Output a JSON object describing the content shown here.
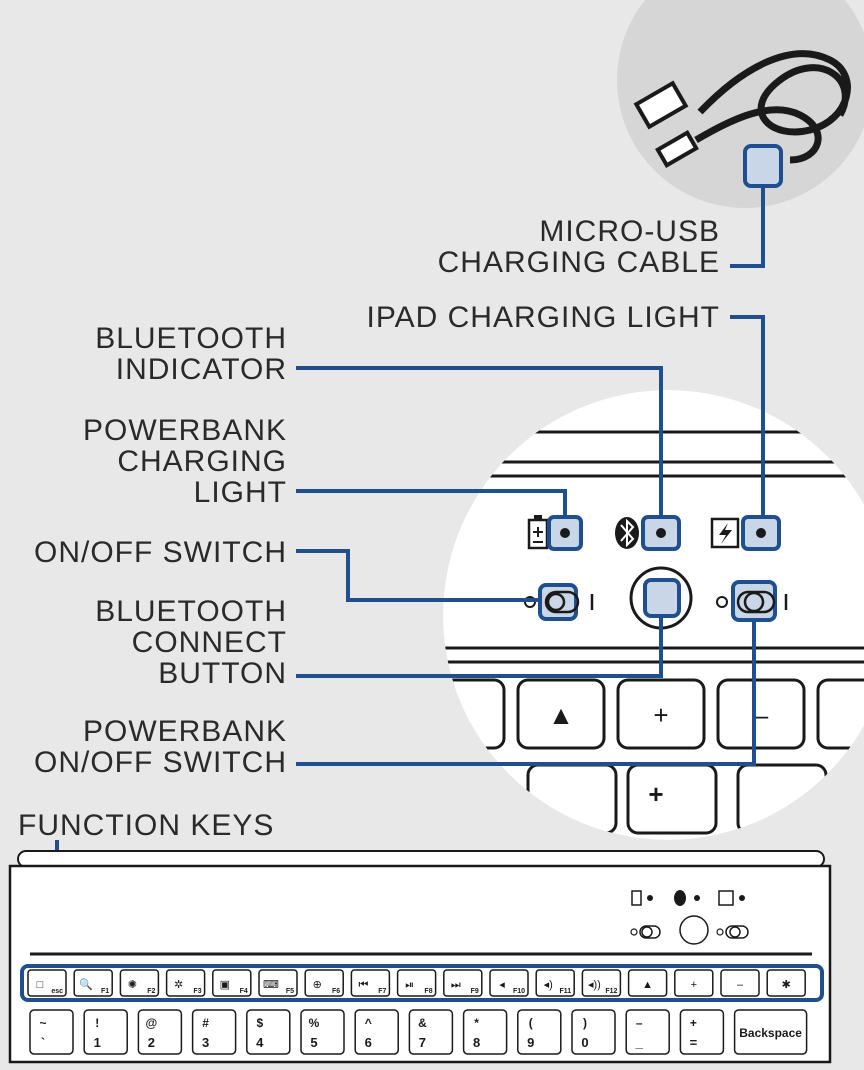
{
  "labels": {
    "cable": [
      "MICRO-USB",
      "CHARGING CABLE"
    ],
    "ipad_light": [
      "IPAD CHARGING LIGHT"
    ],
    "bt_indicator": [
      "BLUETOOTH",
      "INDICATOR"
    ],
    "pb_light": [
      "POWERBANK",
      "CHARGING",
      "LIGHT"
    ],
    "onoff": [
      "ON/OFF SWITCH"
    ],
    "bt_connect": [
      "BLUETOOTH",
      "CONNECT",
      "BUTTON"
    ],
    "pb_switch": [
      "POWERBANK",
      "ON/OFF SWITCH"
    ],
    "fn_keys": [
      "FUNCTION KEYS"
    ]
  },
  "zoom_keys": {
    "row1": [
      "▲",
      "+",
      "–"
    ],
    "row2": [
      "+"
    ]
  },
  "fn_row": [
    {
      "icon": "□",
      "sub": "esc"
    },
    {
      "icon": "🔍",
      "sub": "F1"
    },
    {
      "icon": "✺",
      "sub": "F2"
    },
    {
      "icon": "✲",
      "sub": "F3"
    },
    {
      "icon": "▣",
      "sub": "F4"
    },
    {
      "icon": "⌨",
      "sub": "F5"
    },
    {
      "icon": "⊕",
      "sub": "F6"
    },
    {
      "icon": "⏮",
      "sub": "F7"
    },
    {
      "icon": "⏯",
      "sub": "F8"
    },
    {
      "icon": "⏭",
      "sub": "F9"
    },
    {
      "icon": "◂",
      "sub": "F10"
    },
    {
      "icon": "◂)",
      "sub": "F11"
    },
    {
      "icon": "◂))",
      "sub": "F12"
    },
    {
      "icon": "▲",
      "sub": ""
    },
    {
      "icon": "+",
      "sub": ""
    },
    {
      "icon": "–",
      "sub": ""
    },
    {
      "icon": "✱",
      "sub": ""
    }
  ],
  "num_row": [
    {
      "top": "~",
      "bottom": "`"
    },
    {
      "top": "!",
      "bottom": "1"
    },
    {
      "top": "@",
      "bottom": "2"
    },
    {
      "top": "#",
      "bottom": "3"
    },
    {
      "top": "$",
      "bottom": "4"
    },
    {
      "top": "%",
      "bottom": "5"
    },
    {
      "top": "^",
      "bottom": "6"
    },
    {
      "top": "&",
      "bottom": "7"
    },
    {
      "top": "*",
      "bottom": "8"
    },
    {
      "top": "(",
      "bottom": "9"
    },
    {
      "top": ")",
      "bottom": "0"
    },
    {
      "top": "–",
      "bottom": "_"
    },
    {
      "top": "+",
      "bottom": "="
    },
    {
      "top": "",
      "bottom": "Backspace"
    }
  ]
}
